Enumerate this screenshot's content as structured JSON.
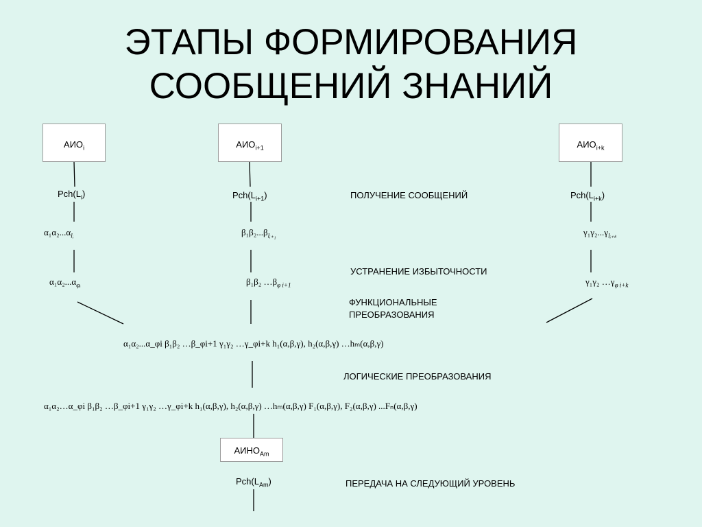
{
  "title": {
    "line1": "ЭТАПЫ ФОРМИРОВАНИЯ",
    "line2": "СООБЩЕНИЙ ЗНАНИЙ"
  },
  "boxes": {
    "aio_i": {
      "base": "АИО",
      "sub": "i"
    },
    "aio_i1": {
      "base": "АИО",
      "sub": "i+1"
    },
    "aio_ik": {
      "base": "АИО",
      "sub": "i+k"
    },
    "aino_am": {
      "base": "АИНО",
      "sub": "Am"
    }
  },
  "pch": {
    "i": {
      "pre": "Pch(L",
      "sub": "i",
      "post": ")"
    },
    "i1": {
      "pre": "Pch(L",
      "sub": "i+1",
      "post": ")"
    },
    "ik": {
      "pre": "Pch(L",
      "sub": "i+k",
      "post": ")"
    },
    "am": {
      "pre": "Pch(L",
      "sub": "Am",
      "post": ")"
    }
  },
  "stages": {
    "receive": "ПОЛУЧЕНИЕ СООБЩЕНИЙ",
    "redundancy": "УСТРАНЕНИЕ ИЗБЫТОЧНОСТИ",
    "functional_1": "ФУНКЦИОНАЛЬНЫЕ",
    "functional_2": "ПРЕОБРАЗОВАНИЯ",
    "logical": "ЛОГИЧЕСКИЕ ПРЕОБРАЗОВАНИЯ",
    "transfer": "ПЕРЕДАЧА НА СЛЕДУЮЩИЙ УРОВЕНЬ"
  },
  "formulas": {
    "alpha_l": {
      "text": "α₁α₂...α",
      "sub": "lᵢ"
    },
    "beta_l": {
      "text": "β₁β₂...β",
      "sub": "lᵢ₊₁"
    },
    "gamma_l": {
      "text": "γ₁γ₂...γ",
      "sub": "lᵢ₊ₖ"
    },
    "alpha_phi": {
      "text": "α₁α₂...α",
      "sub": "φᵢ"
    },
    "beta_phi": {
      "text": "β₁β₂ …β",
      "sub": "φ i+1"
    },
    "gamma_phi": {
      "text": "γ₁γ₂ …γ",
      "sub": "φ i+k"
    },
    "combined": "α₁α₂...α_φi β₁β₂ …β_φi+1 γ₁γ₂ …γ_φi+k  h₁(α,β,γ), h₂(α,β,γ) …hₘ(α,β,γ)",
    "full": "α₁α₂…α_φi β₁β₂ …β_φi+1 γ₁γ₂ …γ_φi+k  h₁(α,β,γ), h₂(α,β,γ) …hₘ(α,β,γ)  F₁(α,β,γ), F₂(α,β,γ) ...Fₙ(α,β,γ)"
  }
}
